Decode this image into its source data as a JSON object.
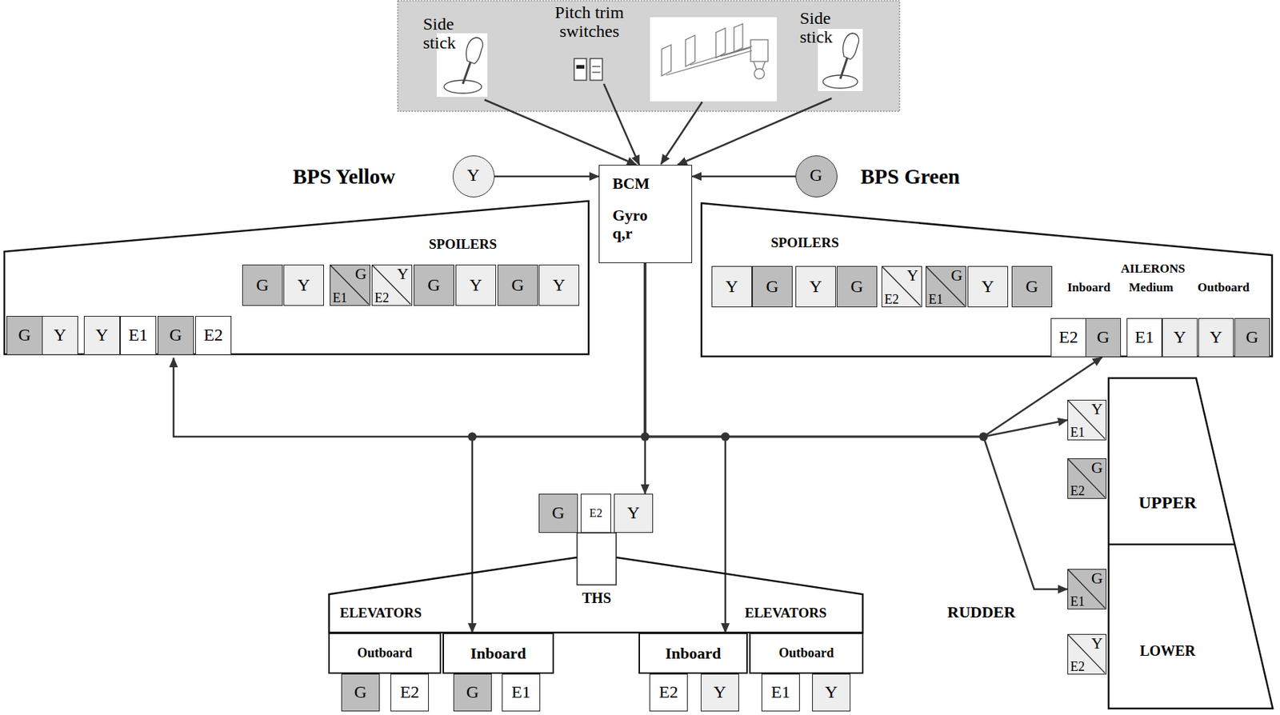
{
  "diagram": {
    "nodes": [
      {
        "text": [
          "Side stick"
        ]
      },
      {
        "text": [
          "Pitch trim switches"
        ]
      },
      {
        "text": [
          "Side stick"
        ]
      },
      {
        "text": [
          "BPS Yellow",
          "Y"
        ]
      },
      {
        "text": [
          "BCM",
          "Gyro q,r"
        ]
      },
      {
        "text": [
          "G",
          "BPS Green"
        ]
      },
      {
        "text": [
          "SPOILERS"
        ]
      },
      {
        "text": [
          "G"
        ],
        "in": 6
      },
      {
        "text": [
          "Y"
        ],
        "in": 6
      },
      {
        "text": [
          "G",
          "E1"
        ],
        "in": 6
      },
      {
        "text": [
          "Y",
          "E2"
        ],
        "in": 6
      },
      {
        "text": [
          "G"
        ],
        "in": 6
      },
      {
        "text": [
          "Y"
        ],
        "in": 6
      },
      {
        "text": [
          "G"
        ],
        "in": 6
      },
      {
        "text": [
          "Y"
        ],
        "in": 6
      },
      {
        "text": [
          "G"
        ],
        "in": 6
      },
      {
        "text": [
          "Y"
        ],
        "in": 6
      },
      {
        "text": [
          "Y"
        ],
        "in": 6
      },
      {
        "text": [
          "E1"
        ],
        "in": 6
      },
      {
        "text": [
          "G"
        ],
        "in": 6
      },
      {
        "text": [
          "E2"
        ],
        "in": 6
      },
      {
        "text": [
          "SPOILERS",
          "AILERONS",
          "Inboard",
          "Medium",
          "Outboard"
        ]
      },
      {
        "text": [
          "Y"
        ],
        "in": 21
      },
      {
        "text": [
          "G"
        ],
        "in": 21
      },
      {
        "text": [
          "Y"
        ],
        "in": 21
      },
      {
        "text": [
          "G"
        ],
        "in": 21
      },
      {
        "text": [
          "Y",
          "E2"
        ],
        "in": 21
      },
      {
        "text": [
          "G",
          "E1"
        ],
        "in": 21
      },
      {
        "text": [
          "Y"
        ],
        "in": 21
      },
      {
        "text": [
          "G"
        ],
        "in": 21
      },
      {
        "text": [
          "E2"
        ],
        "in": 21
      },
      {
        "text": [
          "G"
        ],
        "in": 21
      },
      {
        "text": [
          "E1"
        ],
        "in": 21
      },
      {
        "text": [
          "Y"
        ],
        "in": 21
      },
      {
        "text": [
          "Y"
        ],
        "in": 21
      },
      {
        "text": [
          "G"
        ],
        "in": 21
      },
      {
        "text": [
          "G"
        ]
      },
      {
        "text": [
          "E2"
        ]
      },
      {
        "text": [
          "Y"
        ]
      },
      {
        "text": [
          "THS",
          "ELEVATORS",
          "ELEVATORS"
        ]
      },
      {
        "text": [
          "Outboard"
        ],
        "in": 39
      },
      {
        "text": [
          "Inboard"
        ],
        "in": 39
      },
      {
        "text": [
          "Inboard"
        ],
        "in": 39
      },
      {
        "text": [
          "Outboard"
        ],
        "in": 39
      },
      {
        "text": [
          "G"
        ]
      },
      {
        "text": [
          "E2"
        ]
      },
      {
        "text": [
          "G"
        ]
      },
      {
        "text": [
          "E1"
        ]
      },
      {
        "text": [
          "E2"
        ]
      },
      {
        "text": [
          "Y"
        ]
      },
      {
        "text": [
          "E1"
        ]
      },
      {
        "text": [
          "Y"
        ]
      },
      {
        "text": [
          "RUDDER"
        ]
      },
      {
        "text": [
          "UPPER"
        ],
        "in": 52
      },
      {
        "text": [
          "LOWER"
        ],
        "in": 52
      },
      {
        "text": [
          "Y",
          "E1"
        ]
      },
      {
        "text": [
          "G",
          "E2"
        ]
      },
      {
        "text": [
          "G",
          "E1"
        ]
      },
      {
        "text": [
          "Y",
          "E2"
        ]
      }
    ],
    "edges": [
      {
        "from": 0,
        "to": 4,
        "arrow": "to"
      },
      {
        "from": 1,
        "to": 4,
        "arrow": "to"
      },
      {
        "from": 2,
        "to": 4,
        "arrow": "to"
      },
      {
        "from": 3,
        "to": 4,
        "arrow": "to"
      },
      {
        "from": 5,
        "to": 4,
        "arrow": "to"
      },
      {
        "from": 4,
        "to": 6,
        "arrow": "to"
      },
      {
        "from": 4,
        "to": 41,
        "arrow": "to"
      },
      {
        "from": 4,
        "to": 38,
        "arrow": "to"
      },
      {
        "from": 4,
        "to": 42,
        "arrow": "to"
      },
      {
        "from": 4,
        "to": 31,
        "arrow": "to"
      },
      {
        "from": 4,
        "to": 55,
        "arrow": "to"
      },
      {
        "from": 4,
        "to": 57,
        "arrow": "to"
      }
    ]
  }
}
